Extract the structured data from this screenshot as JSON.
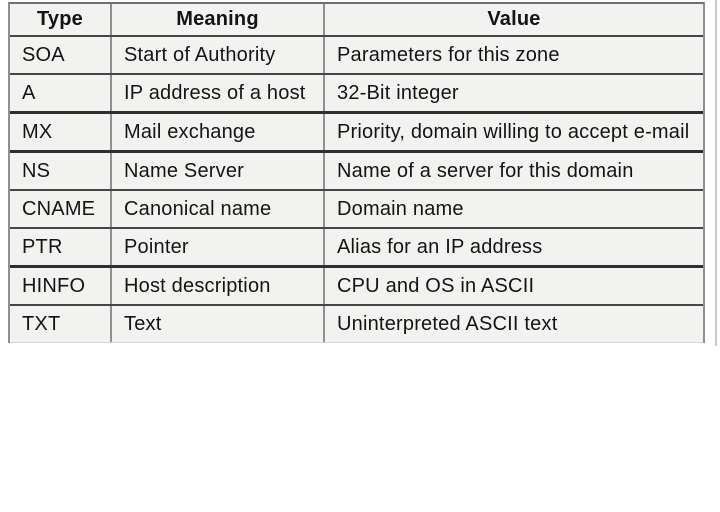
{
  "table": {
    "headers": [
      "Type",
      "Meaning",
      "Value"
    ],
    "rows": [
      {
        "type": "SOA",
        "meaning": "Start of Authority",
        "value": "Parameters for this zone"
      },
      {
        "type": "A",
        "meaning": "IP address of a host",
        "value": "32-Bit integer"
      },
      {
        "type": "MX",
        "meaning": "Mail exchange",
        "value": "Priority, domain willing to accept e-mail"
      },
      {
        "type": "NS",
        "meaning": "Name Server",
        "value": "Name of a server for this domain"
      },
      {
        "type": "CNAME",
        "meaning": "Canonical name",
        "value": "Domain name"
      },
      {
        "type": "PTR",
        "meaning": "Pointer",
        "value": "Alias for an IP address"
      },
      {
        "type": "HINFO",
        "meaning": "Host description",
        "value": "CPU and OS in ASCII"
      },
      {
        "type": "TXT",
        "meaning": "Text",
        "value": "Uninterpreted ASCII text"
      }
    ]
  },
  "colors": {
    "page_background": "#ffffff",
    "cell_background": "#f2f2f0",
    "text": "#141414",
    "row_line": "#474747",
    "heavy_row_line": "#2f2f2f",
    "column_line": "#8f8f8f",
    "outer_border": "#6f6f6f",
    "faint_edge_line": "#c9c9c9"
  }
}
